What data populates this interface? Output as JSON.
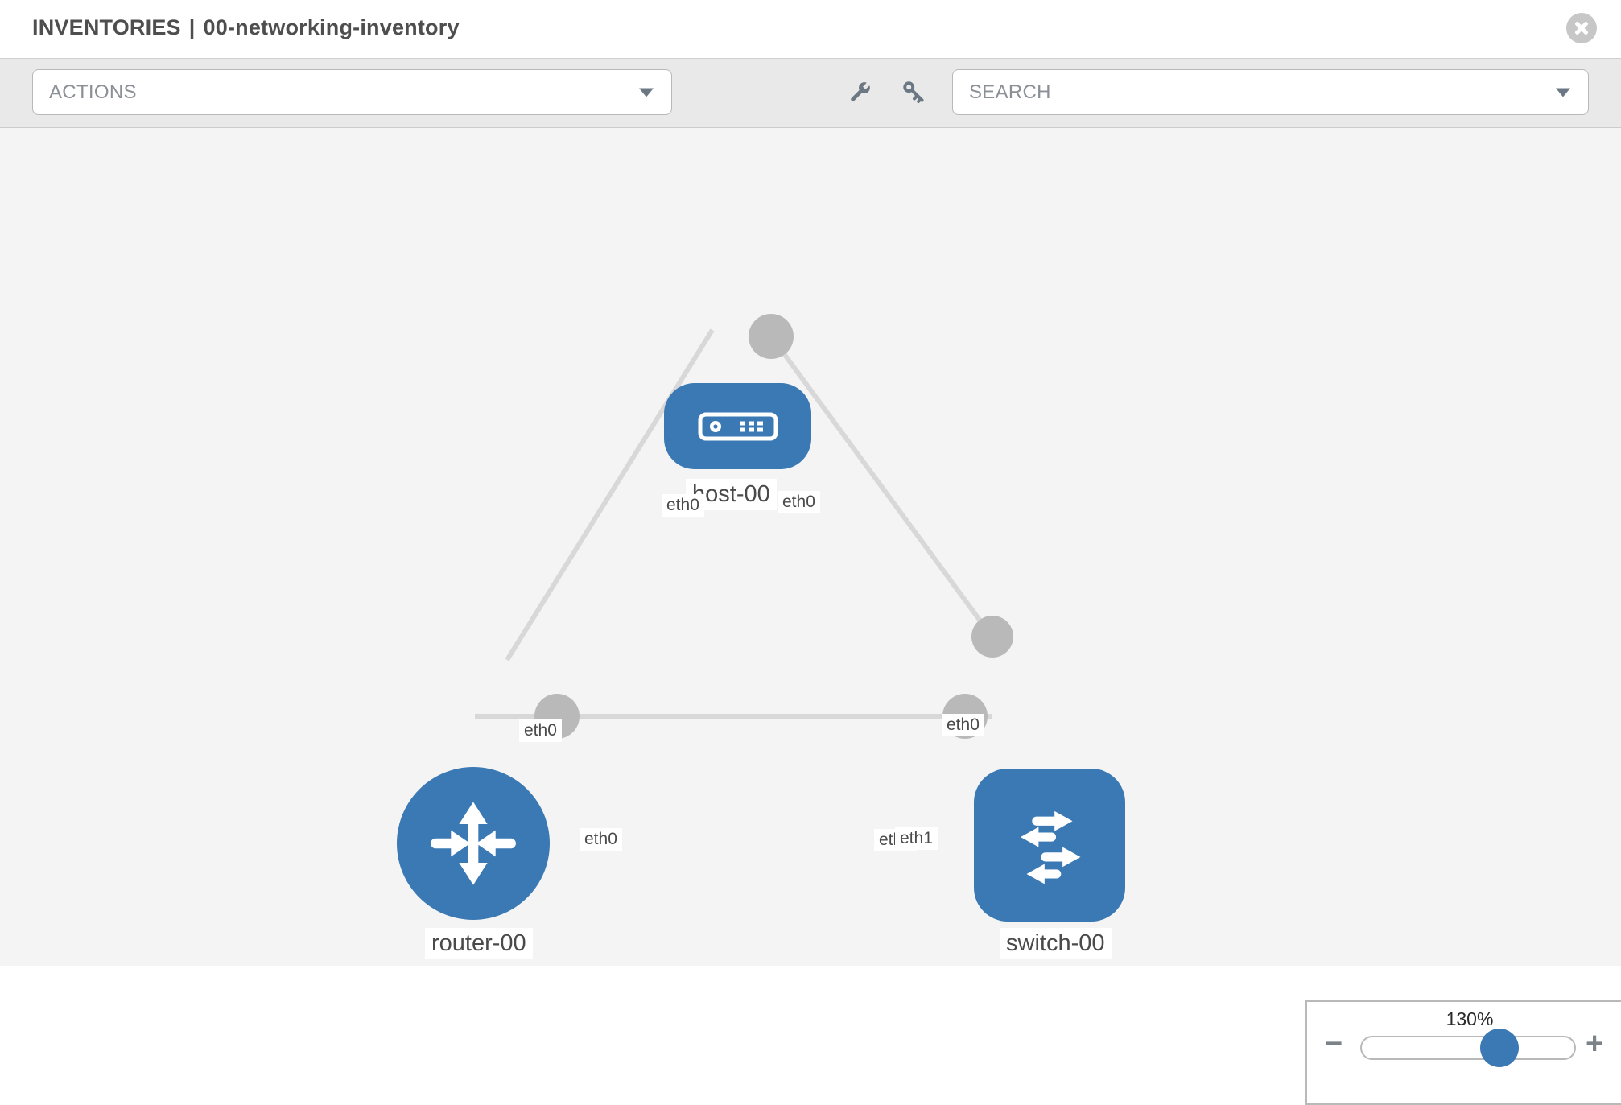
{
  "header": {
    "section_title": "INVENTORIES",
    "separator": "|",
    "inventory_name": "00-networking-inventory"
  },
  "toolbar": {
    "actions_label": "ACTIONS",
    "search_placeholder": "SEARCH",
    "icons": [
      "wrench-icon",
      "key-icon"
    ]
  },
  "topology": {
    "nodes": [
      {
        "id": "host-00",
        "type": "host",
        "label": "host-00"
      },
      {
        "id": "router-00",
        "type": "router",
        "label": "router-00"
      },
      {
        "id": "switch-00",
        "type": "switch",
        "label": "switch-00"
      }
    ],
    "links": [
      {
        "from": "host-00",
        "to": "router-00",
        "from_interface": "eth0",
        "to_interface": "eth0"
      },
      {
        "from": "host-00",
        "to": "switch-00",
        "from_interface": "eth0",
        "to_interface": "eth0"
      },
      {
        "from": "router-00",
        "to": "switch-00",
        "from_interface": "eth0",
        "to_interface": "eth1",
        "hidden_label": "eth0"
      }
    ]
  },
  "zoom_control": {
    "level": "130%",
    "minus_symbol": "−",
    "plus_symbol": "+"
  },
  "colors": {
    "node_blue": "#3b79b4",
    "link_gray": "#d8d8d8",
    "interface_dot_gray": "#b9b9b9",
    "toolbar_gray": "#e9e9e9",
    "canvas_gray": "#f4f4f5"
  }
}
